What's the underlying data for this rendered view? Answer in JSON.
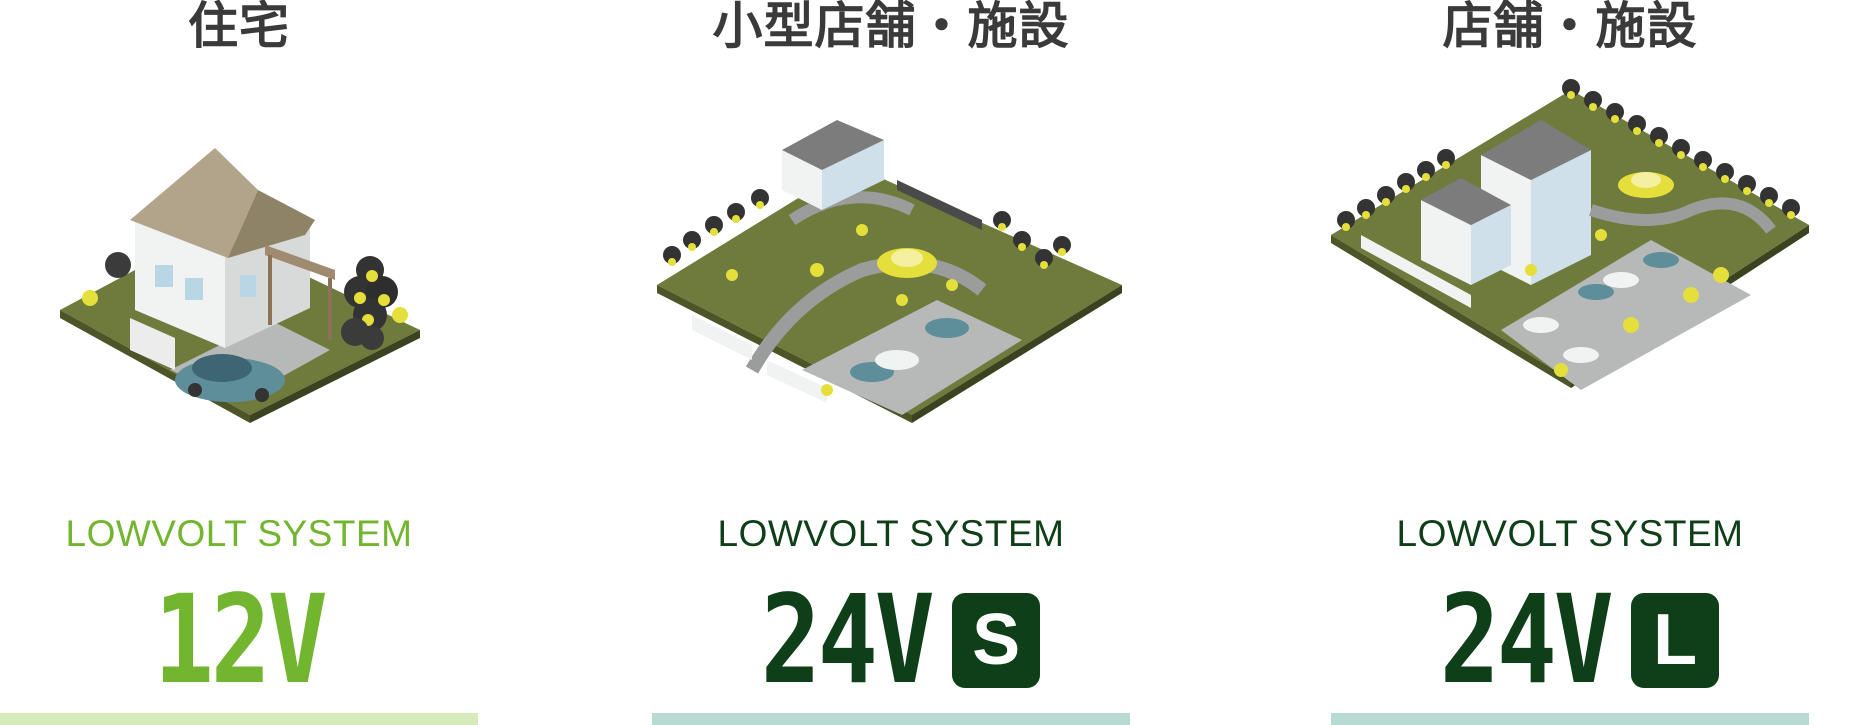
{
  "columns": [
    {
      "heading": "住宅",
      "illustration": "house-illustration",
      "system_label": "LOWVOLT SYSTEM",
      "voltage": "12V",
      "badge": "",
      "text_color": "#72b52e",
      "bar_color": "#d7eab9"
    },
    {
      "heading": "小型店舗・施設",
      "illustration": "small-shop-illustration",
      "system_label": "LOWVOLT SYSTEM",
      "voltage": "24V",
      "badge": "S",
      "text_color": "#0f3f18",
      "bar_color": "#b7dbd2"
    },
    {
      "heading": "店舗・施設",
      "illustration": "facility-illustration",
      "system_label": "LOWVOLT SYSTEM",
      "voltage": "24V",
      "badge": "L",
      "text_color": "#0f3f18",
      "bar_color": "#b7dbd2"
    }
  ]
}
